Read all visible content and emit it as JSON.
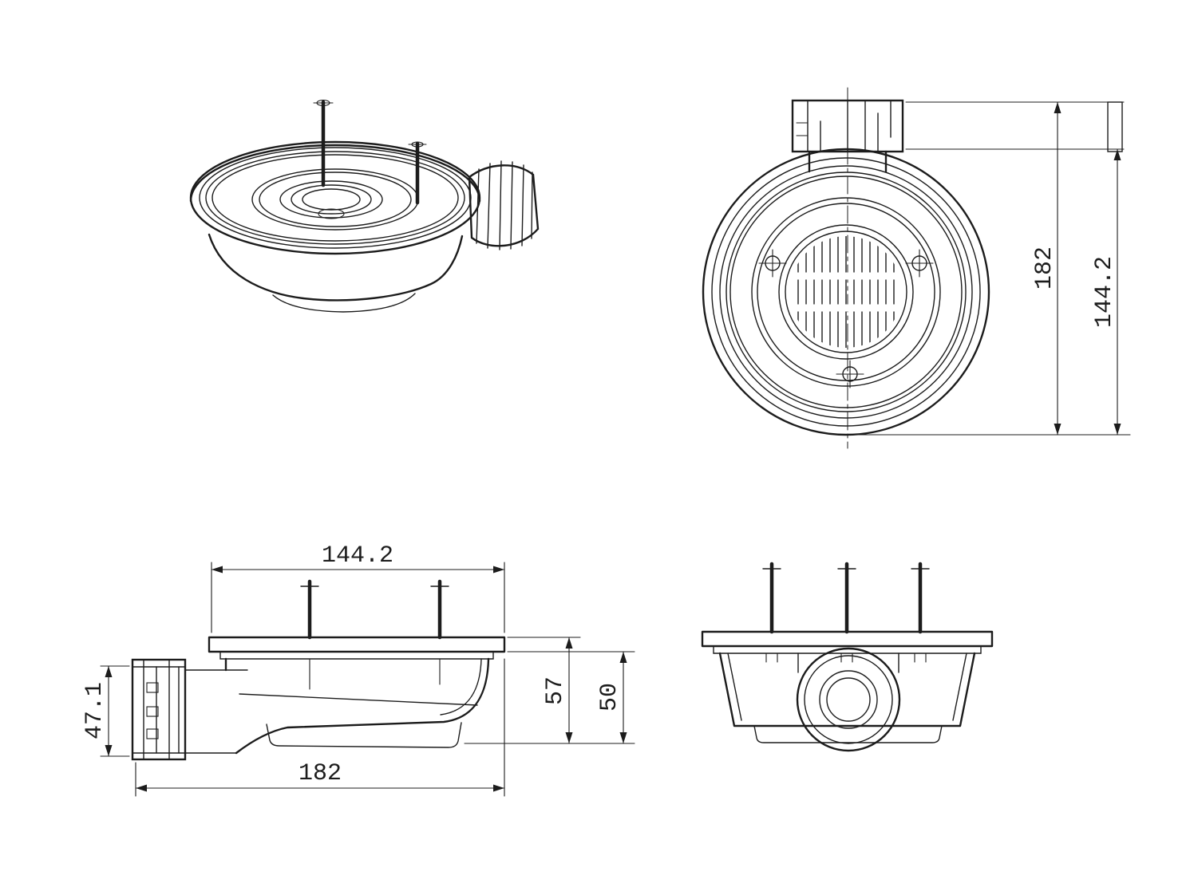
{
  "sheet": {
    "background_color": "#ffffff",
    "line_color": "#1c1c1c"
  },
  "views": {
    "top_view": {
      "dim_overall_height": "182",
      "dim_body_diameter": "144.2"
    },
    "side_view": {
      "dim_flange_width": "144.2",
      "dim_trap_nut_height": "47.1",
      "dim_depth_outer": "57",
      "dim_depth_inner": "50",
      "dim_overall_length": "182"
    }
  }
}
